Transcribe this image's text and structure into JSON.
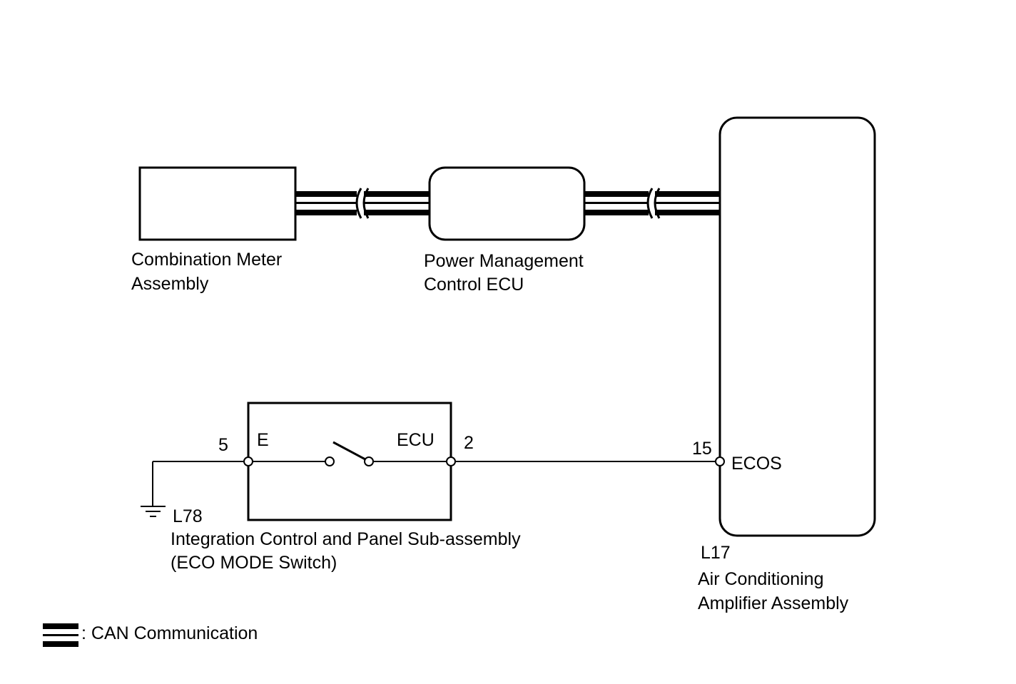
{
  "components": {
    "combination_meter": {
      "line1": "Combination Meter",
      "line2": "Assembly"
    },
    "power_management": {
      "line1": "Power Management",
      "line2": "Control ECU"
    },
    "ac_amplifier": {
      "connector": "L17",
      "line1": "Air Conditioning",
      "line2": "Amplifier Assembly",
      "terminal_num": "15",
      "terminal_name": "ECOS"
    },
    "eco_switch": {
      "connector": "L78",
      "line1": "Integration Control and Panel Sub-assembly",
      "line2": "(ECO MODE Switch)",
      "terminal_left_num": "5",
      "terminal_left_name": "E",
      "terminal_right_num": "2",
      "terminal_right_name": "ECU"
    }
  },
  "legend": {
    "text": ": CAN Communication"
  },
  "colors": {
    "line": "#000000",
    "background": "#ffffff"
  }
}
